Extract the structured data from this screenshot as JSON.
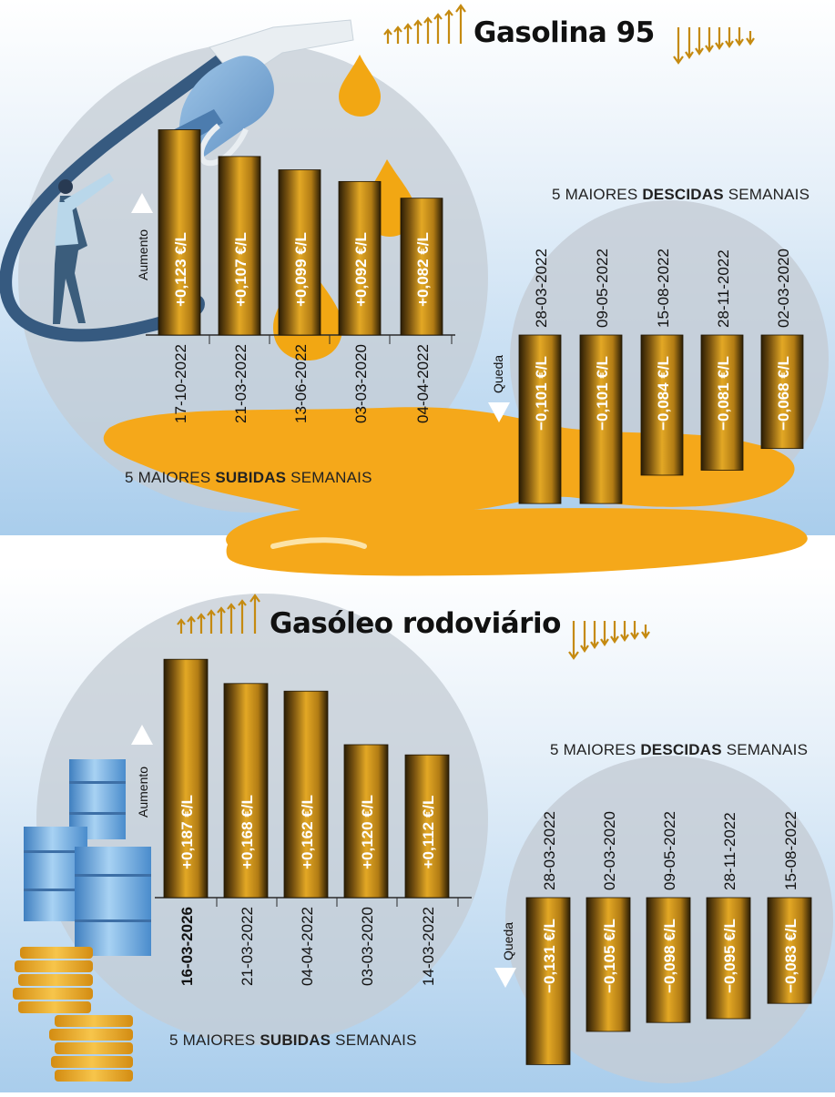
{
  "colors": {
    "sky_top": "#ffffff",
    "sky_bottom": "#a9cdec",
    "circle": "#c4ccd4",
    "bar_dark": "#2a1d05",
    "bar_gold": "#d9a21f",
    "bar_light": "#ecb632",
    "spill": "#f5a81a",
    "up_arrow": "#c58a10",
    "text": "#111111"
  },
  "panels": [
    {
      "title": "Gasolina 95",
      "rise_caption": {
        "pre": "5 MAIORES ",
        "bold": "SUBIDAS",
        "post": " SEMANAIS"
      },
      "fall_caption": {
        "pre": "5 MAIORES ",
        "bold": "DESCIDAS",
        "post": " SEMANAIS"
      },
      "rise_marker": "Aumento",
      "fall_marker": "Queda"
    },
    {
      "title": "Gasóleo rodoviário",
      "rise_caption": {
        "pre": "5 MAIORES ",
        "bold": "SUBIDAS",
        "post": " SEMANAIS"
      },
      "fall_caption": {
        "pre": "5 MAIORES ",
        "bold": "DESCIDAS",
        "post": " SEMANAIS"
      },
      "rise_marker": "Aumento",
      "fall_marker": "Queda"
    }
  ],
  "chart_data": [
    {
      "type": "bar",
      "title": "Gasolina 95",
      "series": [
        {
          "name": "5 MAIORES SUBIDAS SEMANAIS",
          "categories": [
            "17-10-2022",
            "21-03-2022",
            "13-06-2022",
            "03-03-2020",
            "04-04-2022"
          ],
          "values": [
            0.123,
            0.107,
            0.099,
            0.092,
            0.082
          ],
          "labels": [
            "+0,123 €/L",
            "+0,107 €/L",
            "+0,099 €/L",
            "+0,092 €/L",
            "+0,082 €/L"
          ]
        },
        {
          "name": "5 MAIORES DESCIDAS SEMANAIS",
          "categories": [
            "28-03-2022",
            "09-05-2022",
            "15-08-2022",
            "28-11-2022",
            "02-03-2020"
          ],
          "values": [
            -0.101,
            -0.101,
            -0.084,
            -0.081,
            -0.068
          ],
          "labels": [
            "−0,101 €/L",
            "−0,101 €/L",
            "−0,084 €/L",
            "−0,081 €/L",
            "−0,068 €/L"
          ]
        }
      ]
    },
    {
      "type": "bar",
      "title": "Gasóleo rodoviário",
      "series": [
        {
          "name": "5 MAIORES SUBIDAS SEMANAIS",
          "categories": [
            "16-03-2026",
            "21-03-2022",
            "04-04-2022",
            "03-03-2020",
            "14-03-2022"
          ],
          "values": [
            0.187,
            0.168,
            0.162,
            0.12,
            0.112
          ],
          "labels": [
            "+0,187 €/L",
            "+0,168 €/L",
            "+0,162 €/L",
            "+0,120 €/L",
            "+0,112 €/L"
          ],
          "highlight_category": "16-03-2026"
        },
        {
          "name": "5 MAIORES DESCIDAS SEMANAIS",
          "categories": [
            "28-03-2022",
            "02-03-2020",
            "09-05-2022",
            "28-11-2022",
            "15-08-2022"
          ],
          "values": [
            -0.131,
            -0.105,
            -0.098,
            -0.095,
            -0.083
          ],
          "labels": [
            "−0,131 €/L",
            "−0,105 €/L",
            "−0,098 €/L",
            "−0,095 €/L",
            "−0,083 €/L"
          ]
        }
      ]
    }
  ]
}
